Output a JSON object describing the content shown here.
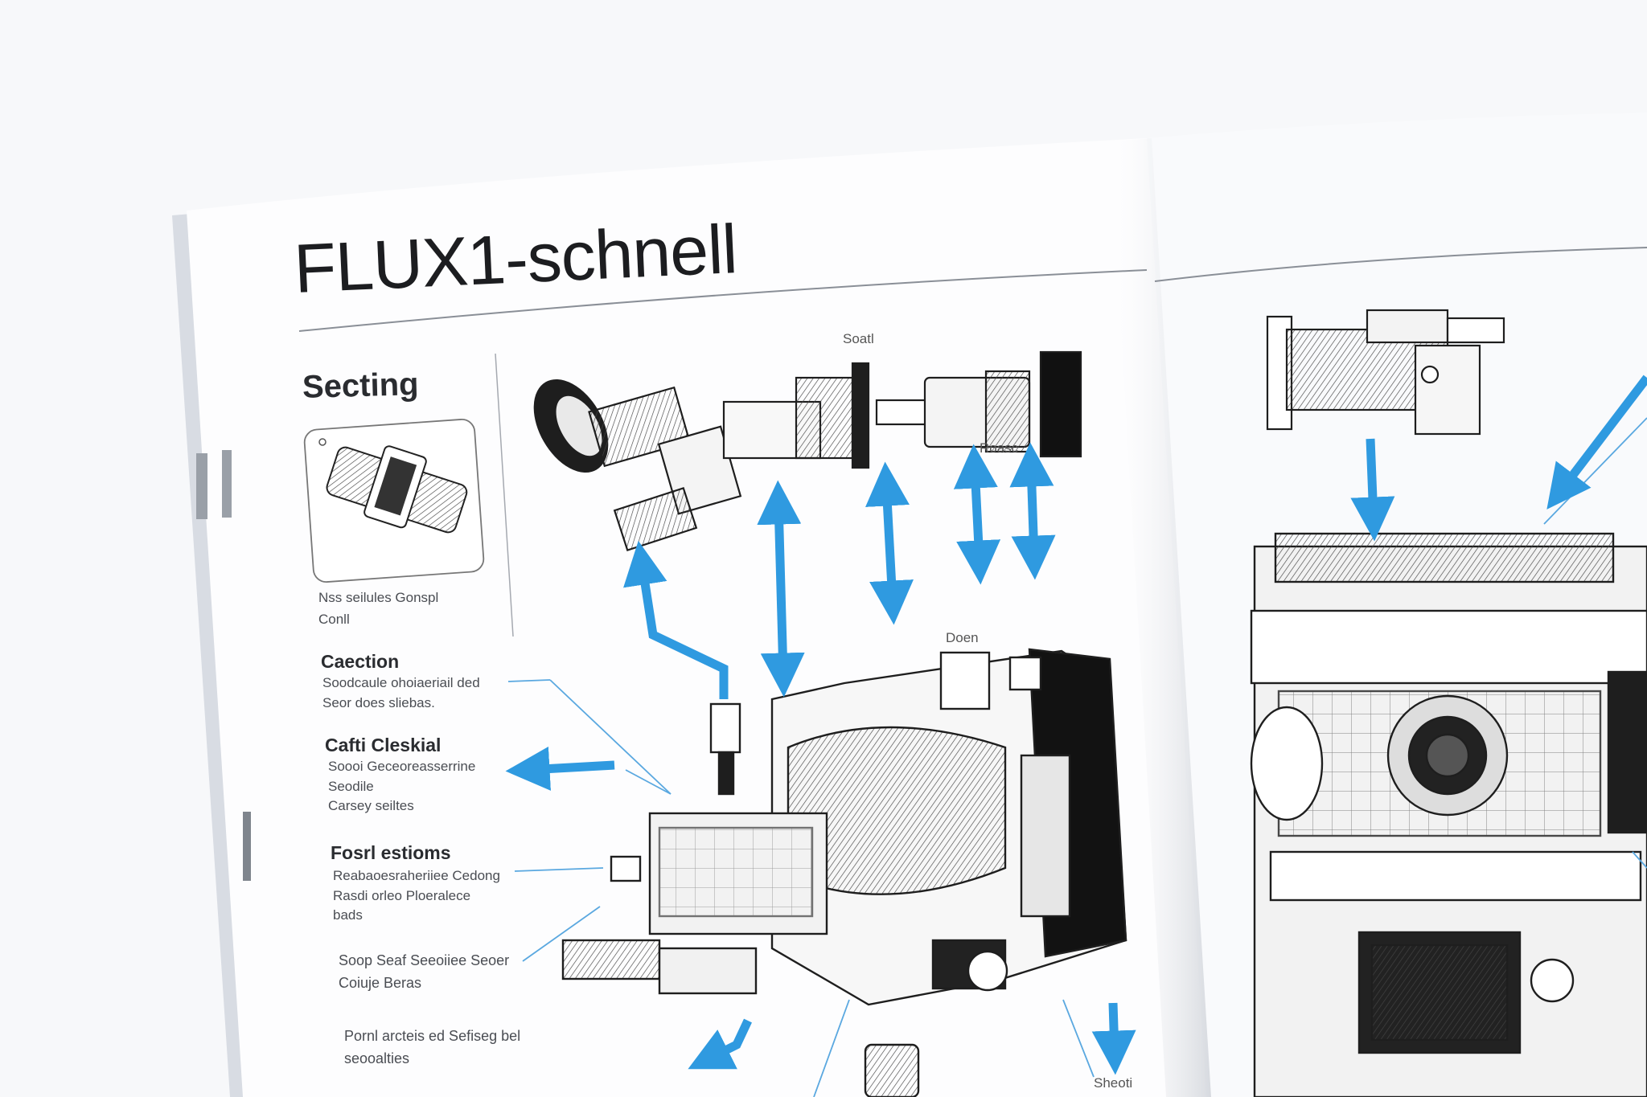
{
  "page": {
    "title": "FLUX1-schnell",
    "sidebar_heading": "Secting",
    "sidebar_caption": "Nss seilules Gonspl\nConll",
    "sections": [
      {
        "title": "Caection",
        "body": "Soodcaule ohoiaeriail ded\nSeor does sliebas."
      },
      {
        "title": "Cafti Cleskial",
        "body": "Soooi Geceoreasserrine\nSeodile\nCarsey seiltes"
      },
      {
        "title": "Fosrl estioms",
        "body": "Reabaoesraheriiee Cedong\nRasdi orleo Ploeralece\nbads"
      }
    ],
    "footnotes": [
      "Soop Seaf Seeoiiee Seoer\nCoiuje  Beras",
      "Pornl arcteis ed Sefiseg bel\nseooalties"
    ],
    "callouts": {
      "top": "Soatl",
      "right_top": "Roasc",
      "middle": "Doen",
      "bottom": "Sheoti"
    }
  },
  "colors": {
    "accent_arrow": "#2f9ae0",
    "ink": "#1c1d20",
    "paper": "#fdfdfe",
    "background": "#f7f8fa"
  },
  "icons": [
    "thumbnail-part-icon"
  ]
}
